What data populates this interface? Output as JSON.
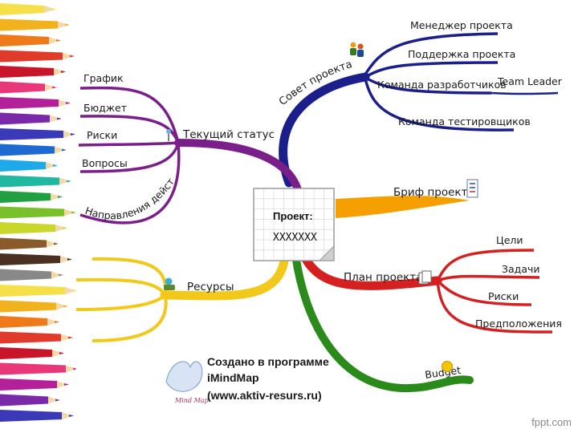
{
  "center": {
    "title": "Проект:",
    "value": "XXXXXXX"
  },
  "branches": {
    "sovet": {
      "label": "Совет проекта",
      "color": "#1a1f8c",
      "children": [
        "Менеджер проекта",
        "Поддержка проекта",
        "Команда разработчиков",
        "Команда тестировщиков"
      ],
      "sub_child": "Team Leader",
      "icon": "people-icon"
    },
    "status": {
      "label": "Текущий статус",
      "color": "#7a1f8a",
      "children": [
        "График",
        "Бюджет",
        "Риски",
        "Вопросы"
      ],
      "curved_child": "Направления действий",
      "icon": "pin-icon"
    },
    "brief": {
      "label": "Бриф проекта",
      "color": "#f5a000",
      "icon": "list-icon"
    },
    "plan": {
      "label": "План проекта",
      "color": "#d42020",
      "children": [
        "Цели",
        "Задачи",
        "Риски",
        "Предположения"
      ],
      "icon": "pages-icon"
    },
    "resources": {
      "label": "Ресурсы",
      "color": "#f2c81a",
      "icon": "resources-icon"
    },
    "budget": {
      "label": "Budget",
      "color": "#2a8a1a",
      "icon": "coin-icon"
    }
  },
  "credit": {
    "line1": "Создано в программе",
    "line2": "iMindMap",
    "line3": "(www.aktiv-resurs.ru)",
    "logo_text": "Mind Map"
  },
  "watermark": "fppt.com"
}
